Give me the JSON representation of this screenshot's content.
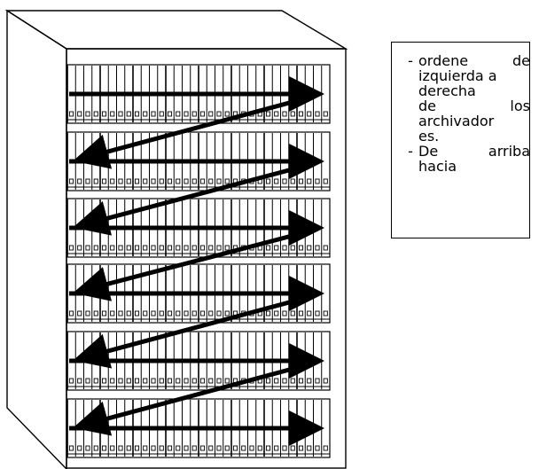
{
  "instructions": [
    {
      "bullet": "-",
      "lines": [
        "ordene de",
        "izquierda a",
        "derecha",
        "de los",
        "archivador",
        "es."
      ]
    },
    {
      "bullet": "-",
      "lines": [
        "De arriba",
        "hacia"
      ]
    }
  ],
  "cabinet": {
    "shelf_count": 6,
    "arrow_direction": "zigzag left-to-right, top-to-bottom"
  },
  "colors": {
    "line": "#000000",
    "background": "#ffffff"
  }
}
